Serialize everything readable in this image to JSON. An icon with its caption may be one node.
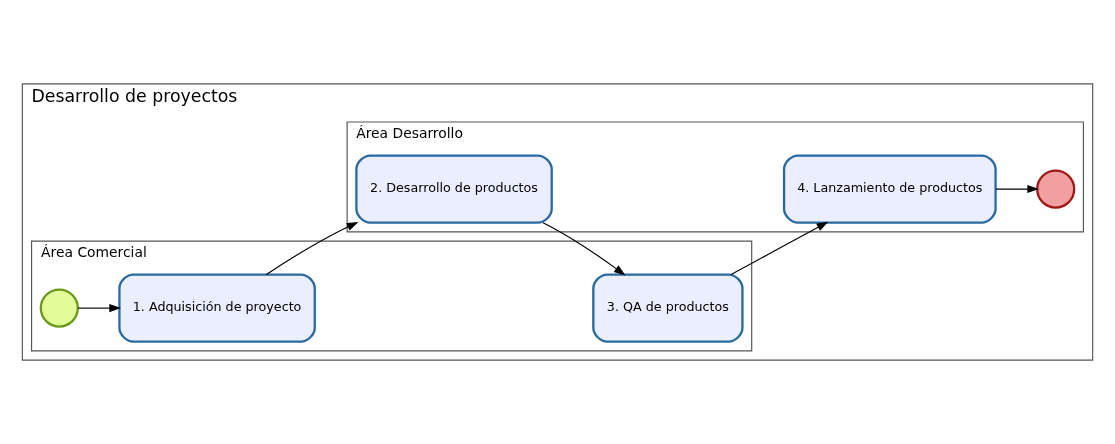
{
  "diagram": {
    "nodes": [
      {
        "text": [
          "Desarrollo de proyectos"
        ]
      },
      {
        "text": [
          "Área Comercial"
        ],
        "in": 0
      },
      {
        "text": [
          "Área Desarrollo"
        ],
        "in": 0
      },
      {
        "text": [],
        "shape": "circle",
        "in": 1
      },
      {
        "text": [
          "1. Adquisición de proyecto"
        ],
        "in": 1
      },
      {
        "text": [
          "3. QA de productos"
        ],
        "in": 1
      },
      {
        "text": [
          "2. Desarrollo de productos"
        ],
        "in": 2
      },
      {
        "text": [
          "4. Lanzamiento de productos"
        ],
        "in": 2
      },
      {
        "text": [],
        "shape": "circle",
        "in": 2
      }
    ],
    "edges": [
      {
        "from": 3,
        "to": 4,
        "arrow": "to"
      },
      {
        "from": 4,
        "to": 6,
        "arrow": "to"
      },
      {
        "from": 6,
        "to": 5,
        "arrow": "to"
      },
      {
        "from": 5,
        "to": 7,
        "arrow": "to"
      },
      {
        "from": 7,
        "to": 8,
        "arrow": "to"
      }
    ]
  }
}
